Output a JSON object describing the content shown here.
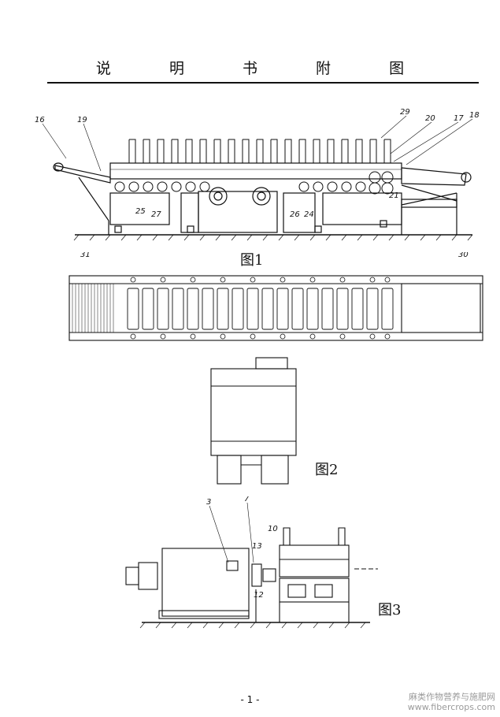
{
  "header": {
    "title": "说 明 书 附 图"
  },
  "figures": [
    {
      "caption": "图1",
      "labels": [
        "16",
        "19",
        "29",
        "20",
        "17",
        "18",
        "25",
        "27",
        "26",
        "24",
        "21"
      ]
    },
    {
      "caption": "图2",
      "labels": [
        "31",
        "30"
      ]
    },
    {
      "caption": "图3",
      "labels": [
        "3",
        "7",
        "10",
        "13",
        "12"
      ]
    }
  ],
  "footer": {
    "page_number": "- 1 -"
  },
  "watermark": {
    "line1": "麻类作物营养与施肥网",
    "line2": "www.fibercrops.com"
  }
}
